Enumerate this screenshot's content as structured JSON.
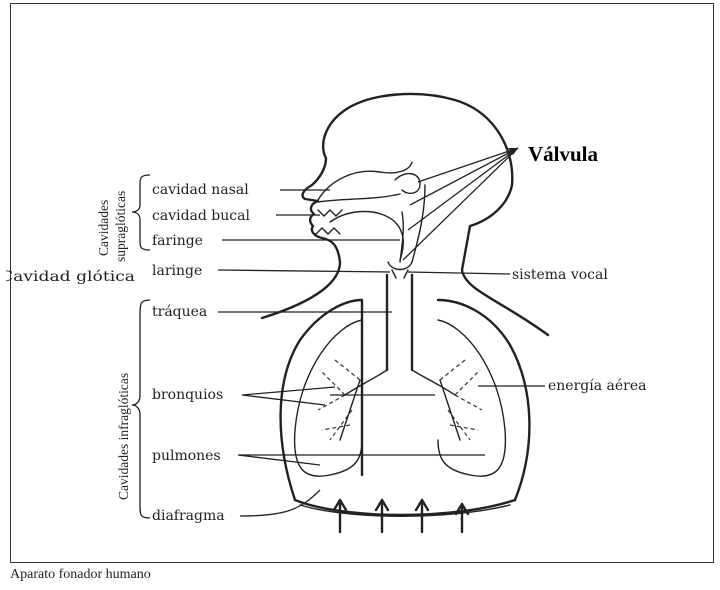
{
  "title": "Válvula",
  "groups": {
    "supra": [
      "Cavidades",
      "supraglóticas"
    ],
    "glotica": "Cavidad glótica",
    "infra": "Cavidades infraglóticas"
  },
  "labels": {
    "cavidad_nasal": "cavidad nasal",
    "cavidad_bucal": "cavidad bucal",
    "faringe": "faringe",
    "laringe": "laringe",
    "traquea": "tráquea",
    "bronquios": "bronquios",
    "pulmones": "pulmones",
    "diafragma": "diafragma",
    "sistema_vocal": "sistema vocal",
    "energia_aerea": "energía aérea"
  },
  "caption": "Aparato fonador humano"
}
